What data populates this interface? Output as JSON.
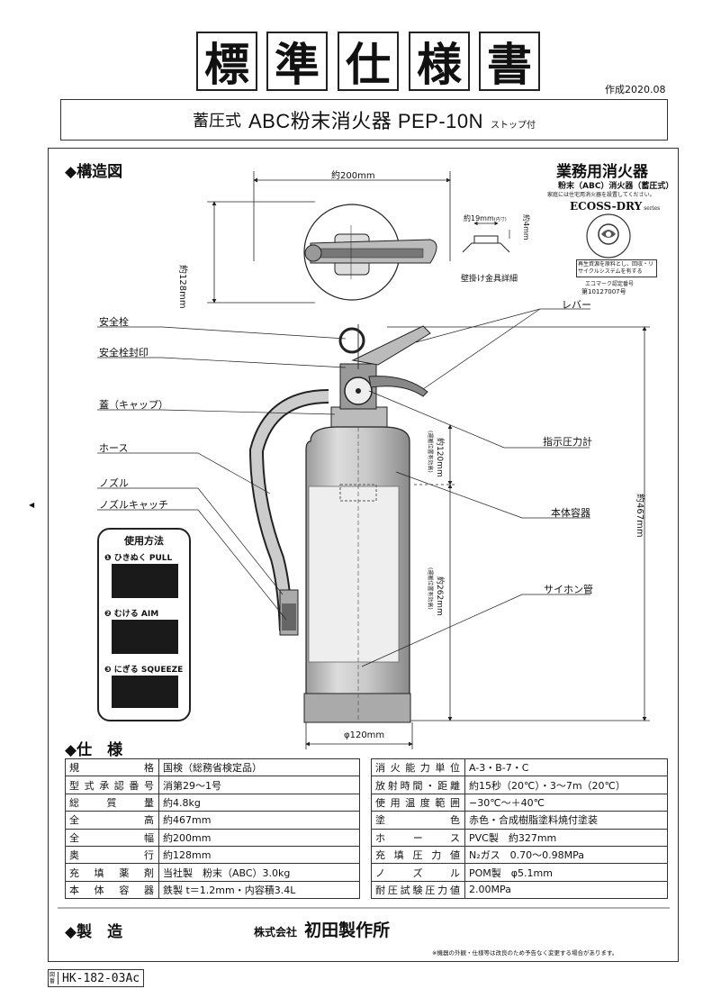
{
  "title": {
    "chars": [
      "標",
      "準",
      "仕",
      "様",
      "書"
    ]
  },
  "created": "作成2020.08",
  "product": {
    "type": "蓄圧式",
    "name": "ABC粉末消火器 PEP-10N",
    "suffix": "ストップ付"
  },
  "structure": {
    "heading": "◆構造図",
    "badge": {
      "title": "業務用消火器",
      "subtitle": "粉末（ABC）消火器（蓄圧式）",
      "note": "家庭には住宅用消火器を設置してください。",
      "brand": "ECOSS-DRY",
      "brand_sub": "series",
      "eco_text": "再生資源を原料とし、回収・リサイクルシステムを有する",
      "eco_label": "エコマーク認定番号",
      "eco_number": "第10127007号"
    },
    "dimensions": {
      "top_width": "約200mm",
      "top_depth": "約128mm",
      "bracket_w": "約19mm",
      "bracket_h": "約4mm",
      "bracket_note": "(内寸)",
      "bracket_label": "壁掛け金具詳細",
      "height": "約467mm",
      "diameter": "φ120mm",
      "upper_level": "約120mm",
      "upper_level_note": "(運搬位置有効高)",
      "lower_level": "約262mm",
      "lower_level_note": "(運搬位置有効高)"
    },
    "labels": {
      "safety_pin": "安全栓",
      "pin_seal": "安全栓封印",
      "cap": "蓋（キャップ）",
      "hose": "ホース",
      "nozzle": "ノズル",
      "nozzle_catch": "ノズルキャッチ",
      "lever": "レバー",
      "gauge": "指示圧力計",
      "body": "本体容器",
      "siphon": "サイホン管"
    },
    "usage": {
      "title": "使用方法",
      "steps": [
        "❶ ひきぬく PULL",
        "❷ むける AIM",
        "❸ にぎる SQUEEZE"
      ]
    }
  },
  "spec": {
    "heading": "◆仕　様",
    "left": [
      [
        "規格",
        "国検（総務省検定品）"
      ],
      [
        "型式承認番号",
        "消第29〜1号"
      ],
      [
        "総質量",
        "約4.8kg"
      ],
      [
        "全高",
        "約467mm"
      ],
      [
        "全幅",
        "約200mm"
      ],
      [
        "奥行",
        "約128mm"
      ],
      [
        "充填薬剤",
        "当社製　粉末（ABC）3.0kg"
      ],
      [
        "本体容器",
        "鉄製 t＝1.2mm・内容積3.4L"
      ]
    ],
    "right": [
      [
        "消火能力単位",
        "A-3・B-7・C"
      ],
      [
        "放射時間・距離",
        "約15秒（20℃）・3〜7m（20℃）"
      ],
      [
        "使用温度範囲",
        "−30℃〜＋40℃"
      ],
      [
        "塗色",
        "赤色・合成樹脂塗料焼付塗装"
      ],
      [
        "ホース",
        "PVC製　約327mm"
      ],
      [
        "充填圧力値",
        "N₂ガス　0.70〜0.98MPa"
      ],
      [
        "ノズル",
        "POM製　φ5.1mm"
      ],
      [
        "耐圧試験圧力値",
        "2.00MPa"
      ]
    ]
  },
  "maker": {
    "heading": "◆製　造",
    "company_prefix": "株式会社",
    "company": "初田製作所",
    "note": "※機器の外観・仕様等は改良のため予告なく変更する場合があります。"
  },
  "doc_no": {
    "prefix": "図番",
    "number": "HK-182-03Ac"
  }
}
